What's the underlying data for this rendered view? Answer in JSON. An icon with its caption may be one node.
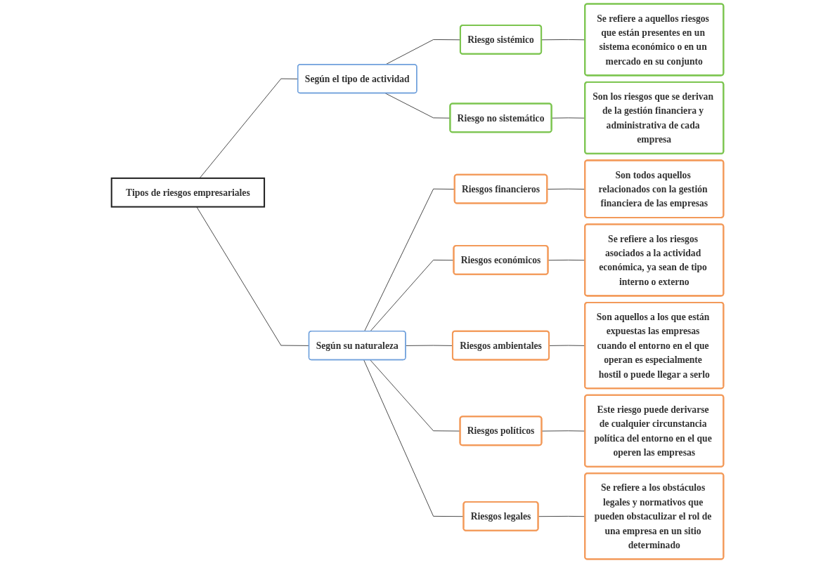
{
  "diagram": {
    "nodes": [
      {
        "text": [
          "Tipos de riesgos empresariales"
        ]
      },
      {
        "text": [
          "Según el tipo de actividad"
        ]
      },
      {
        "text": [
          "Riesgo sistémico"
        ]
      },
      {
        "text": [
          "Se refiere a aquellos riesgos que están presentes en un sistema económico o en un mercado en su conjunto"
        ]
      },
      {
        "text": [
          "Riesgo no sistemático"
        ]
      },
      {
        "text": [
          "Son los riesgos que se derivan de la gestión financiera y administrativa de cada empresa"
        ]
      },
      {
        "text": [
          "Según su naturaleza"
        ]
      },
      {
        "text": [
          "Riesgos financieros"
        ]
      },
      {
        "text": [
          "Son todos aquellos relacionados con la gestión financiera de las empresas"
        ]
      },
      {
        "text": [
          "Riesgos económicos"
        ]
      },
      {
        "text": [
          "Se refiere a los riesgos asociados a la actividad económica, ya sean de tipo interno o externo"
        ]
      },
      {
        "text": [
          "Riesgos ambientales"
        ]
      },
      {
        "text": [
          "Son aquellos a los que están expuestas las empresas cuando el entorno en el que operan es especialmente hostil o puede llegar a serlo"
        ]
      },
      {
        "text": [
          "Riesgos políticos"
        ]
      },
      {
        "text": [
          "Este riesgo puede derivarse de cualquier circunstancia política del entorno en el que operen las empresas"
        ]
      },
      {
        "text": [
          "Riesgos legales"
        ]
      },
      {
        "text": [
          "Se refiere a los obstáculos legales y normativos que pueden obstaculizar el rol de una empresa en un sitio determinado"
        ]
      }
    ],
    "edges": [
      {
        "from": 0,
        "to": 1,
        "arrow": "none"
      },
      {
        "from": 0,
        "to": 6,
        "arrow": "none"
      },
      {
        "from": 1,
        "to": 2,
        "arrow": "none"
      },
      {
        "from": 1,
        "to": 4,
        "arrow": "none"
      },
      {
        "from": 2,
        "to": 3,
        "arrow": "none"
      },
      {
        "from": 4,
        "to": 5,
        "arrow": "none"
      },
      {
        "from": 6,
        "to": 7,
        "arrow": "none"
      },
      {
        "from": 6,
        "to": 9,
        "arrow": "none"
      },
      {
        "from": 6,
        "to": 11,
        "arrow": "none"
      },
      {
        "from": 6,
        "to": 13,
        "arrow": "none"
      },
      {
        "from": 6,
        "to": 15,
        "arrow": "none"
      },
      {
        "from": 7,
        "to": 8,
        "arrow": "none"
      },
      {
        "from": 9,
        "to": 10,
        "arrow": "none"
      },
      {
        "from": 11,
        "to": 12,
        "arrow": "none"
      },
      {
        "from": 13,
        "to": 14,
        "arrow": "none"
      },
      {
        "from": 15,
        "to": 16,
        "arrow": "none"
      }
    ]
  }
}
